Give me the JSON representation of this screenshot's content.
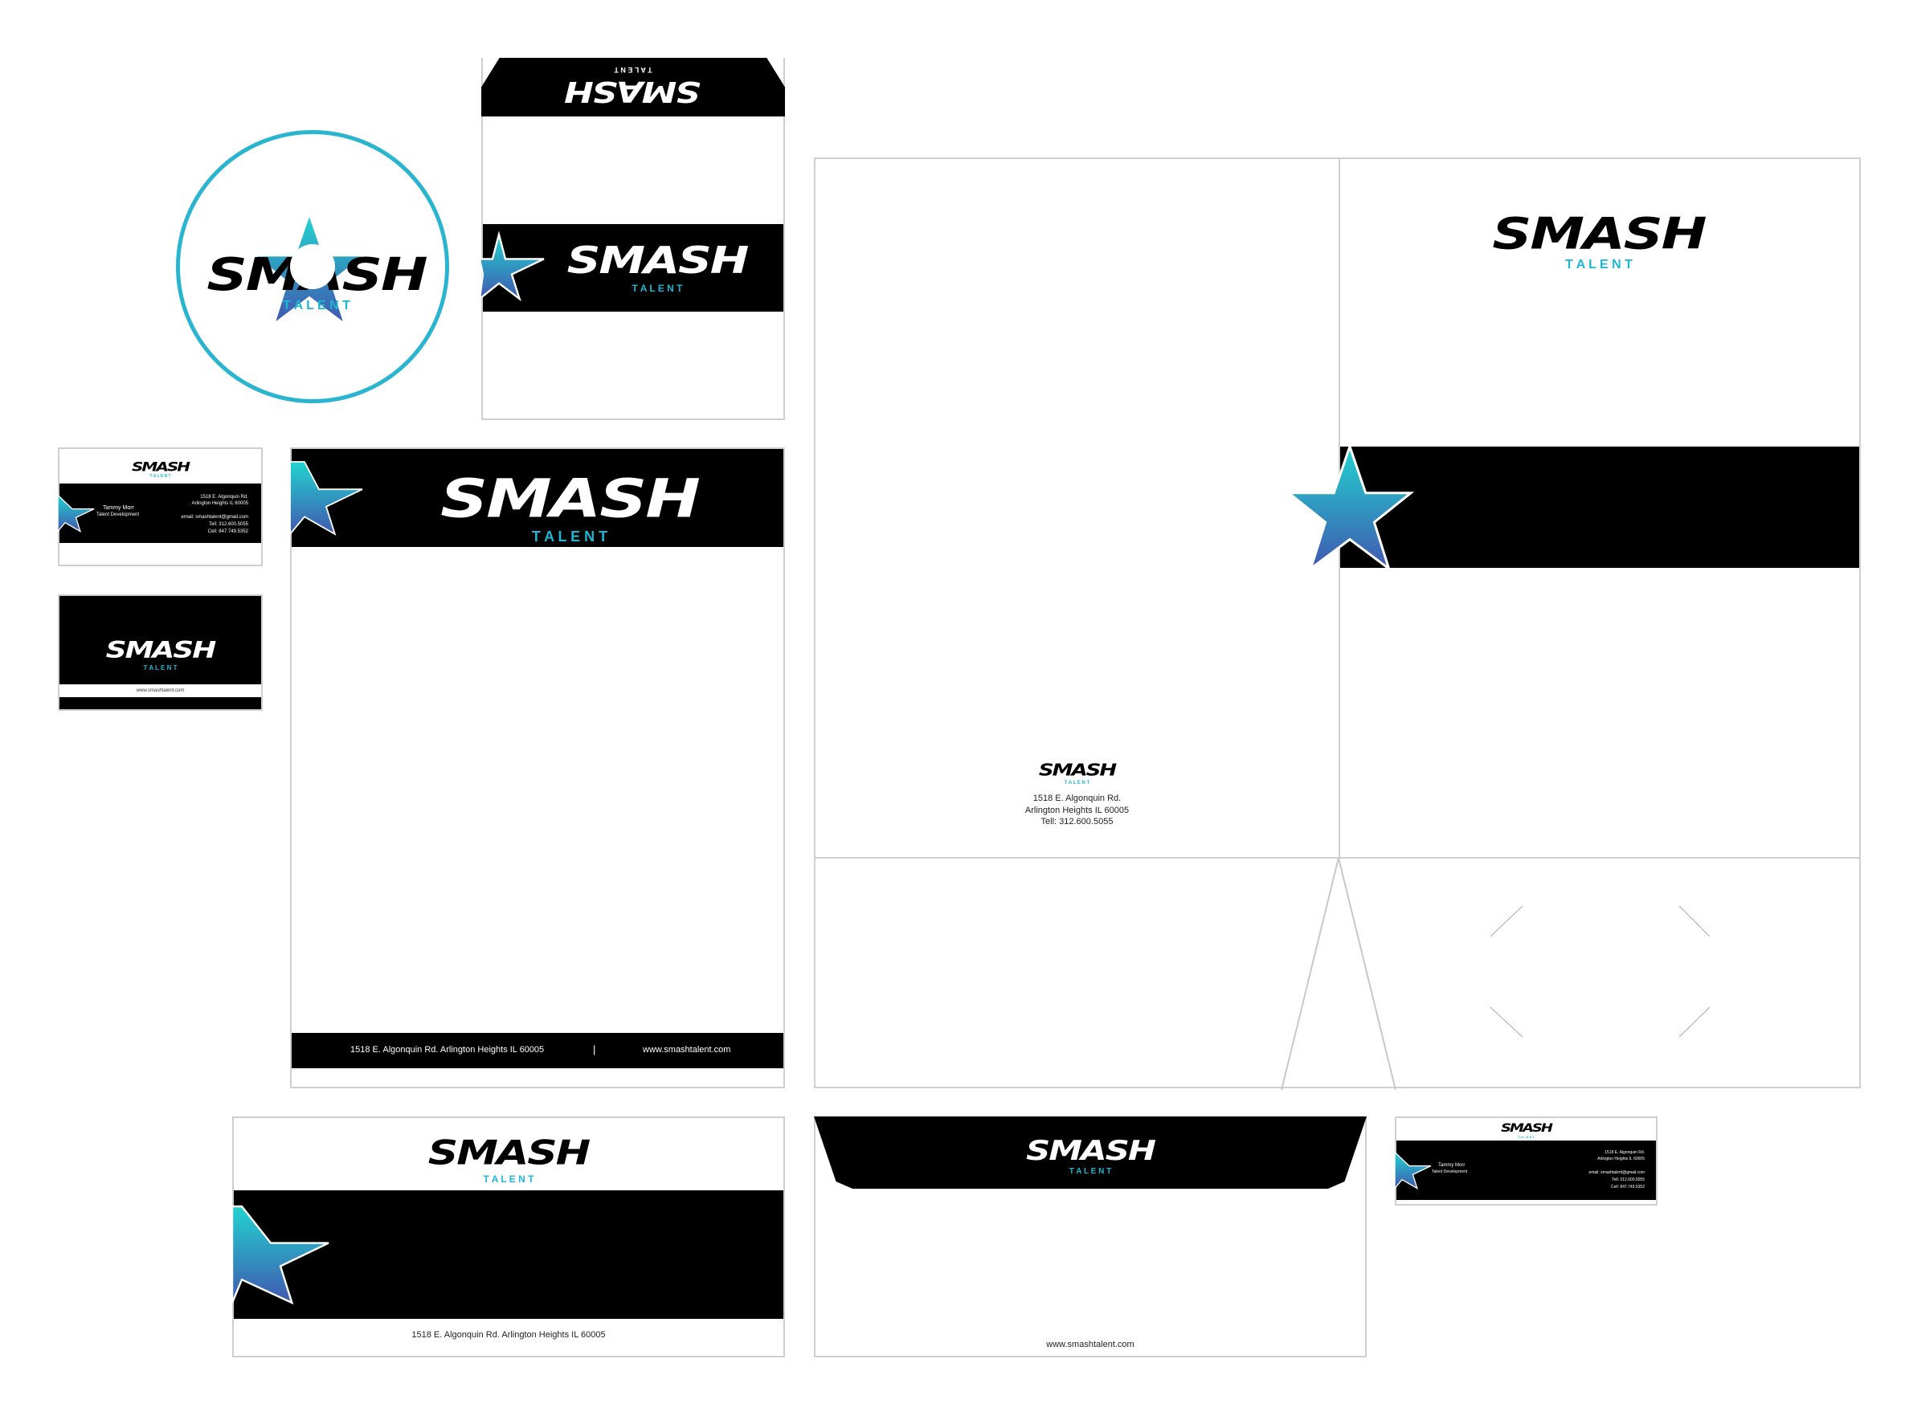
{
  "brand": {
    "wordmark": "SMASH",
    "tagline": "T A L E N T",
    "primary": "#000000",
    "accent": "#1fb6d4",
    "gradient_end": "#3f5fb0"
  },
  "contact": {
    "name": "Tammy Morr",
    "title": "Talent Development",
    "address1": "1518 E. Algonquin Rd.",
    "address2": "Arlington Heights IL 60005",
    "email": "email: smashtalent@gmail.com",
    "tel": "Tell: 312.600.5055",
    "cell": "Cell: 847.749.5352",
    "full_address": "1518 E. Algonquin Rd. Arlington Heights IL 60005",
    "website": "www.smashtalent.com",
    "separator": "|"
  }
}
